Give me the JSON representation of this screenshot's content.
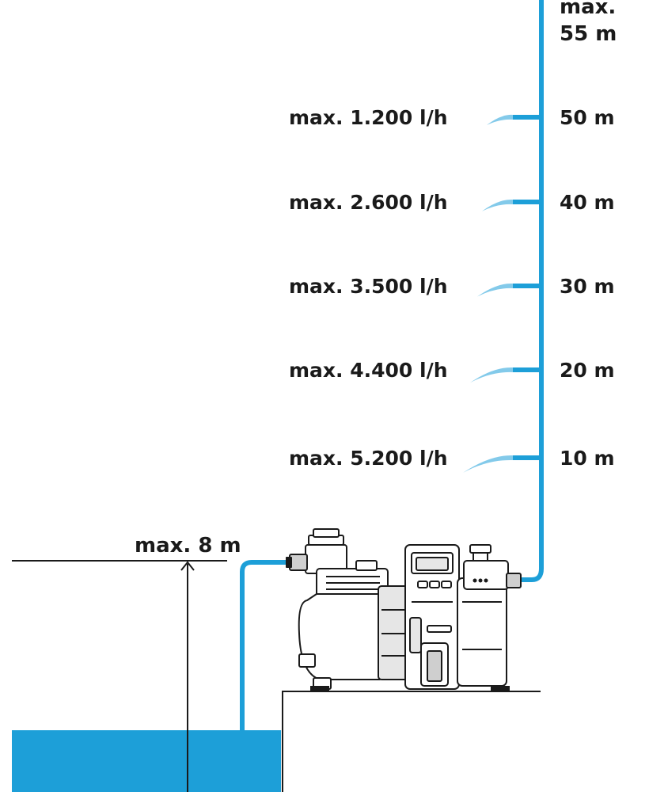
{
  "colors": {
    "water": "#1d9fd8",
    "line": "#1a1a1a",
    "pump_stroke": "#1a1a1a",
    "pump_fill": "#ffffff",
    "pump_shade": "#e6e6e6"
  },
  "max_height": {
    "line1": "max.",
    "line2": "55 m"
  },
  "levels": [
    {
      "height": "50 m",
      "flow": "max. 1.200 l/h"
    },
    {
      "height": "40 m",
      "flow": "max. 2.600 l/h"
    },
    {
      "height": "30 m",
      "flow": "max. 3.500 l/h"
    },
    {
      "height": "20 m",
      "flow": "max. 4.400 l/h"
    },
    {
      "height": "10 m",
      "flow": "max. 5.200 l/h"
    }
  ],
  "suction": {
    "label": "max. 8 m"
  },
  "icons": [
    "pump-icon",
    "water-jet-icon",
    "arrow-up-icon"
  ]
}
